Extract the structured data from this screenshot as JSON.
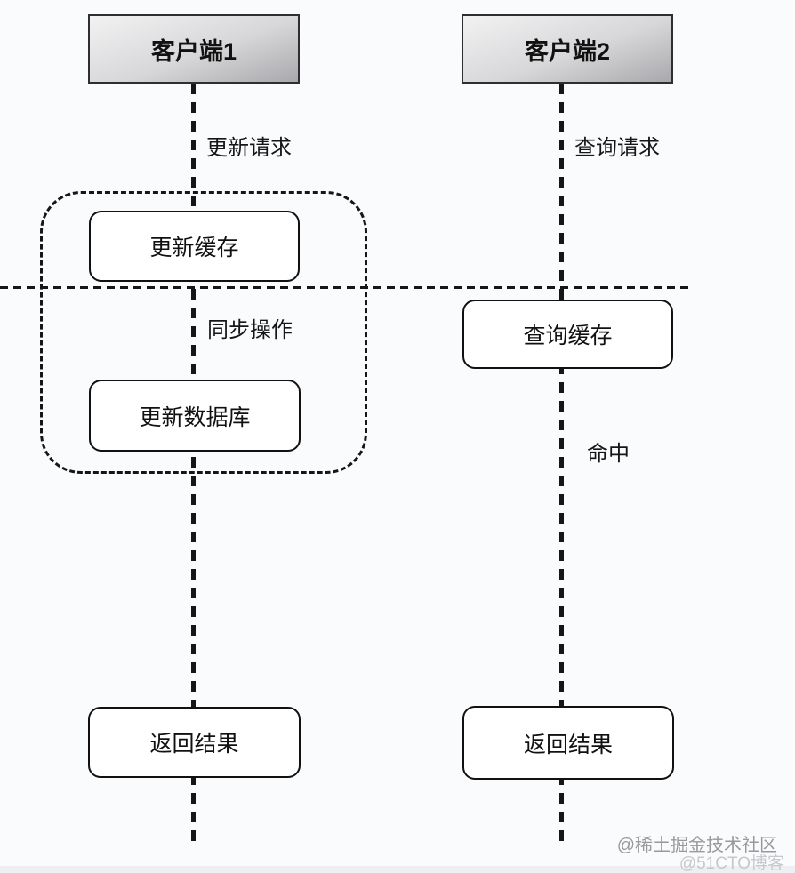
{
  "colors": {
    "background": "#fafbfc",
    "line": "#161616",
    "node_border": "#111111",
    "node_fill": "#ffffff",
    "actor_gradient_start": "#f2f2f3",
    "actor_gradient_end": "#a9a9ad",
    "actor_border": "#2f2f31",
    "watermark_primary": "#97999c",
    "watermark_secondary": "#c5c8cc"
  },
  "actors": {
    "client1": "客户端1",
    "client2": "客户端2"
  },
  "lane_client1": {
    "request_label": "更新请求",
    "update_cache_box": "更新缓存",
    "sync_group_label": "同步操作",
    "update_database_box": "更新数据库",
    "return_result_box": "返回结果"
  },
  "lane_client2": {
    "request_label": "查询请求",
    "query_cache_box": "查询缓存",
    "hit_label": "命中",
    "return_result_box": "返回结果"
  },
  "watermarks": {
    "primary": "@稀土掘金技术社区",
    "secondary": "@51CTO博客"
  }
}
